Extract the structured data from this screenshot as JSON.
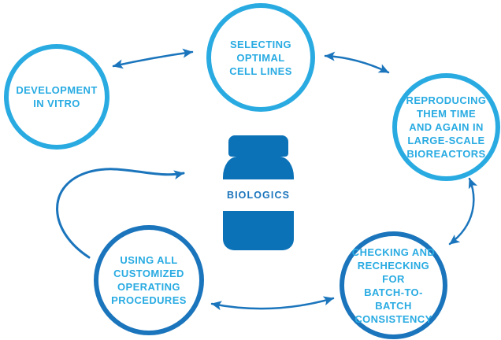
{
  "diagram": {
    "center_label": "BIOLOGICS",
    "nodes": {
      "top": {
        "label": "SELECTING\nOPTIMAL\nCELL LINES"
      },
      "left": {
        "label": "DEVELOPMENT\nIN VITRO"
      },
      "right": {
        "label": "REPRODUCING\nTHEM TIME\nAND AGAIN IN\nLARGE-SCALE\nBIOREACTORS"
      },
      "bottom_right": {
        "label": "CHECKING AND\nRECHECKING FOR\nBATCH-TO-BATCH\nCONSISTENCY"
      },
      "bottom_left": {
        "label": "USING ALL\nCUSTOMIZED\nOPERATING\nPROCEDURES"
      }
    },
    "colors": {
      "light_blue": "#29ABE2",
      "dark_blue": "#1B75BC",
      "bottle_blue": "#0C72B8",
      "background": "#FFFFFF"
    }
  }
}
